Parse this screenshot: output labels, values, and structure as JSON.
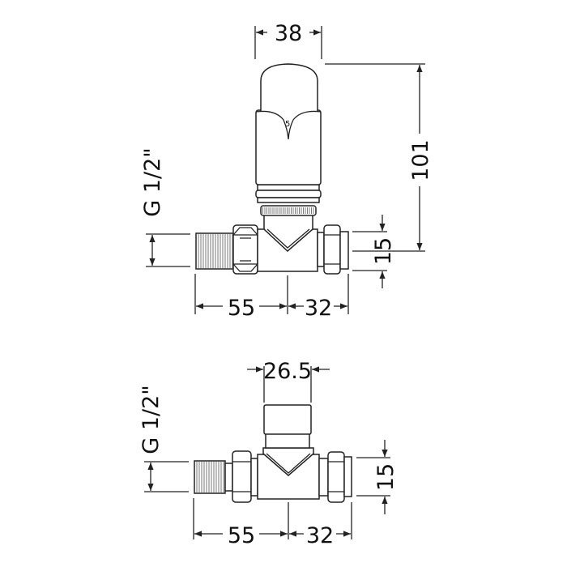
{
  "top_valve": {
    "width_dim": "38",
    "height_dim": "101",
    "pipe_dim": "15",
    "left_dim": "55",
    "right_dim": "32",
    "thread_dim": "G 1/2\"",
    "head_marking": "5"
  },
  "bottom_valve": {
    "width_dim": "26.5",
    "pipe_dim": "15",
    "left_dim": "55",
    "right_dim": "32",
    "thread_dim": "G 1/2\""
  },
  "colors": {
    "line": "#222222",
    "background": "#ffffff"
  }
}
